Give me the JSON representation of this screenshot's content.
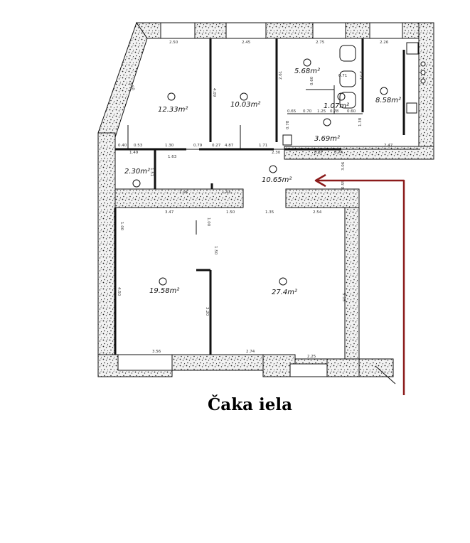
{
  "street_label": "Čaka iela",
  "colors": {
    "arrow": "#8b1a1a",
    "wall_fill": "#e8e8e8",
    "line": "#111111"
  },
  "rooms": [
    {
      "id": "room-a",
      "area": "12.33m²"
    },
    {
      "id": "room-b",
      "area": "10.03m²"
    },
    {
      "id": "room-c",
      "area": "5.68m²"
    },
    {
      "id": "room-d",
      "area": "1.07m²"
    },
    {
      "id": "room-e",
      "area": "8.58m²"
    },
    {
      "id": "room-f",
      "area": "3.69m²"
    },
    {
      "id": "room-g",
      "area": "2.30m²"
    },
    {
      "id": "hall",
      "area": "10.65m²"
    },
    {
      "id": "room-h",
      "area": "19.58m²"
    },
    {
      "id": "room-i",
      "area": "27.4m²"
    }
  ],
  "dimensions": [
    {
      "id": "d1",
      "text": "2.50"
    },
    {
      "id": "d2",
      "text": "2.45"
    },
    {
      "id": "d3",
      "text": "2.75"
    },
    {
      "id": "d4",
      "text": "2.26"
    },
    {
      "id": "d5",
      "text": "3.50"
    },
    {
      "id": "d6",
      "text": "4.09"
    },
    {
      "id": "d7",
      "text": "2.61"
    },
    {
      "id": "d8",
      "text": "0.71"
    },
    {
      "id": "d9",
      "text": "2.71"
    },
    {
      "id": "d10",
      "text": "0.65"
    },
    {
      "id": "d11",
      "text": "0.60"
    },
    {
      "id": "d12",
      "text": "0.70"
    },
    {
      "id": "d13",
      "text": "1.25"
    },
    {
      "id": "d14",
      "text": "0.78"
    },
    {
      "id": "d15",
      "text": "0.60"
    },
    {
      "id": "d16",
      "text": "1.38"
    },
    {
      "id": "d17",
      "text": "0.40"
    },
    {
      "id": "d18",
      "text": "0.53"
    },
    {
      "id": "d19",
      "text": "1.49"
    },
    {
      "id": "d20",
      "text": "1.30"
    },
    {
      "id": "d21",
      "text": "0.79"
    },
    {
      "id": "d22",
      "text": "0.27"
    },
    {
      "id": "d23",
      "text": "4.87"
    },
    {
      "id": "d24",
      "text": "1.71"
    },
    {
      "id": "d25",
      "text": "2.30"
    },
    {
      "id": "d26",
      "text": "0.87"
    },
    {
      "id": "d27",
      "text": "0.74"
    },
    {
      "id": "d28",
      "text": "2.47"
    },
    {
      "id": "d29",
      "text": "0.78"
    },
    {
      "id": "d30",
      "text": "1.63"
    },
    {
      "id": "d31",
      "text": "1.51"
    },
    {
      "id": "d32",
      "text": "1.06"
    },
    {
      "id": "d33",
      "text": "1.43"
    },
    {
      "id": "d34",
      "text": "3.47"
    },
    {
      "id": "d35",
      "text": "1.50"
    },
    {
      "id": "d36",
      "text": "1.35"
    },
    {
      "id": "d37",
      "text": "2.54"
    },
    {
      "id": "d38",
      "text": "1.00"
    },
    {
      "id": "d39",
      "text": "1.00"
    },
    {
      "id": "d40",
      "text": "1.50"
    },
    {
      "id": "d41",
      "text": "4.50"
    },
    {
      "id": "d42",
      "text": "3.20"
    },
    {
      "id": "d43",
      "text": "5.15"
    },
    {
      "id": "d44",
      "text": "3.56"
    },
    {
      "id": "d45",
      "text": "2.74"
    },
    {
      "id": "d46",
      "text": "2.25"
    },
    {
      "id": "d47",
      "text": "3.06"
    },
    {
      "id": "d48",
      "text": "0.55"
    }
  ]
}
